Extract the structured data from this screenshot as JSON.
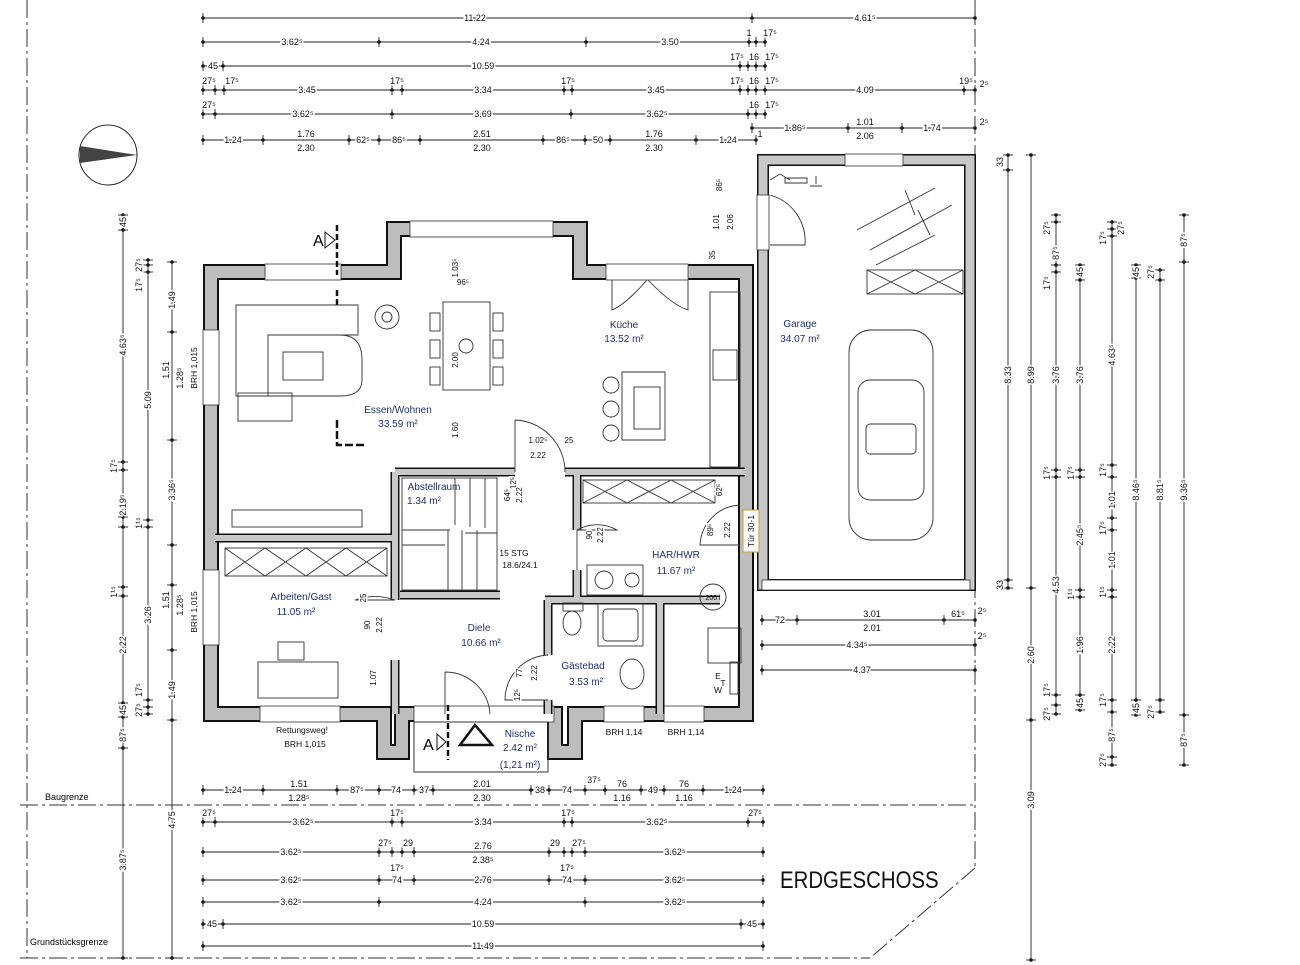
{
  "title": "ERDGESCHOSS",
  "boundary_labels": {
    "build_line": "Baugrenze",
    "property_line": "Grundstücksgrenze"
  },
  "rooms": [
    {
      "name": "Essen/Wohnen",
      "area": "33.59 m²"
    },
    {
      "name": "Küche",
      "area": "13.52 m²"
    },
    {
      "name": "Garage",
      "area": "34.07 m²"
    },
    {
      "name": "Abstellraum",
      "area": "1.34 m²"
    },
    {
      "name": "HAR/HWR",
      "area": "11.67 m²"
    },
    {
      "name": "Arbeiten/Gast",
      "area": "11.05 m²"
    },
    {
      "name": "Diele",
      "area": "10.66 m²"
    },
    {
      "name": "Gästebad",
      "area": "3.53 m²"
    },
    {
      "name": "Nische",
      "area": "2.42 m²",
      "sub_area": "(1,21 m²)"
    }
  ],
  "notes": {
    "stairs": "15 STG",
    "stair_ratio": "18.6/24.1",
    "rescue": "Rettungsweg!",
    "brh_front_left": "BRH 1,015",
    "brh_front_mid": "BRH 1,14",
    "brh_front_right": "BRH 1,14",
    "brh_side_top": "BRH 1,015",
    "brh_side_bottom": "BRH 1,015",
    "tank": "200 l",
    "section_top": "A",
    "section_bottom": "A",
    "meter_e": "E",
    "meter_t": "T",
    "meter_w": "W",
    "fire_door": "Tür 30-1"
  },
  "dims": {
    "top": [
      [
        "11.22",
        "4.61⁵"
      ],
      [
        "3.62⁵",
        "4.24",
        "3.50",
        "1",
        "17⁵"
      ],
      [
        "45",
        "10.59",
        "17⁵",
        "16",
        "17⁵"
      ],
      [
        "27⁵",
        "17⁵",
        "3.45",
        "17⁵",
        "3.34",
        "17⁵",
        "3.45",
        "17⁵",
        "16",
        "17⁵",
        "4.09",
        "19⁵",
        "2⁵"
      ],
      [
        "27⁵",
        "3.62⁵",
        "3.69",
        "3.62⁵",
        "16",
        "17⁵"
      ],
      [
        "1.86⁵",
        "1.01",
        "2.06",
        "1.74",
        "2⁵"
      ],
      [
        "1.24",
        "1.76",
        "2.30",
        "62⁵",
        "86⁵",
        "2.51",
        "2.30",
        "86⁵",
        "50",
        "1.76",
        "2.30",
        "1.24",
        "1"
      ]
    ],
    "bottom": [
      [
        "1.24",
        "1.51",
        "1.28⁵",
        "87⁵",
        "74",
        "37",
        "2.01",
        "2.30",
        "38",
        "74",
        "37⁵",
        "76",
        "1.16",
        "49",
        "76",
        "1.16",
        "1.24"
      ],
      [
        "27⁵",
        "3.62⁵",
        "17⁵",
        "3.34",
        "17⁵",
        "3.62⁵",
        "27⁵"
      ],
      [
        "3.62⁵",
        "27⁵",
        "29",
        "2.76",
        "2.38⁵",
        "29",
        "27⁵",
        "3.62⁵"
      ],
      [
        "17⁵",
        "17⁵",
        "3.62⁵",
        "74",
        "2.76",
        "74",
        "3.62⁵"
      ],
      [
        "3.62⁵",
        "4.24",
        "3.62⁵"
      ],
      [
        "45",
        "10.59",
        "45"
      ],
      [
        "11.49"
      ]
    ],
    "garage": [
      [
        "72",
        "3.01",
        "2.01",
        "61⁵",
        "2⁵"
      ],
      [
        "4.34⁵",
        "2⁵"
      ],
      [
        "4.37"
      ]
    ],
    "right": [
      [
        "33",
        "8.33",
        "33"
      ],
      [
        "8.99",
        "2.60",
        "3.09"
      ],
      [
        "27⁵",
        "87⁵",
        "17⁵",
        "3.76",
        "17⁵",
        "4.53",
        "17⁵",
        "27⁵"
      ],
      [
        "45",
        "3.76",
        "17⁵",
        "2.45⁵",
        "1¹⁵",
        "1.96",
        "45"
      ],
      [
        "17⁵",
        "27⁵",
        "4.63⁵",
        "17⁵",
        "1.01",
        "17⁵",
        "1.01",
        "1¹⁵",
        "2.22",
        "17⁵",
        "87⁵",
        "27⁵"
      ],
      [
        "45",
        "8.46⁵",
        "45"
      ],
      [
        "27⁵",
        "8.81⁵",
        "27⁵"
      ],
      [
        "87⁵",
        "9.36⁵",
        "87⁵"
      ]
    ],
    "left": [
      [
        "45",
        "4.63⁵",
        "17⁵",
        "2.19⁵",
        "1¹⁵",
        "2.22",
        "45",
        "87⁵",
        "3.87⁵"
      ],
      [
        "27⁵",
        "17⁵",
        "5.09",
        "1¹⁵",
        "3.26",
        "17⁵",
        "27⁵"
      ],
      [
        "1.49",
        "1.51",
        "1.28⁵",
        "3.36⁵",
        "1.51",
        "1.28⁵",
        "1.49",
        "4.75"
      ]
    ],
    "interior": [
      "1.03⁵",
      "96⁵",
      "2.00",
      "1.60",
      "1.02⁵",
      "2.22",
      "25",
      "86⁵",
      "1.01",
      "2.06",
      "35",
      "64⁵",
      "12⁵",
      "2.22",
      "90",
      "2.22",
      "62⁵",
      "89⁵",
      "2.22",
      "25",
      "90",
      "2.22",
      "1.07",
      "77",
      "2.22",
      "12⁵"
    ]
  },
  "colors": {
    "wall": "#bdbdbd",
    "room_text": "#22306e",
    "fire_door": "#d19a2a"
  }
}
